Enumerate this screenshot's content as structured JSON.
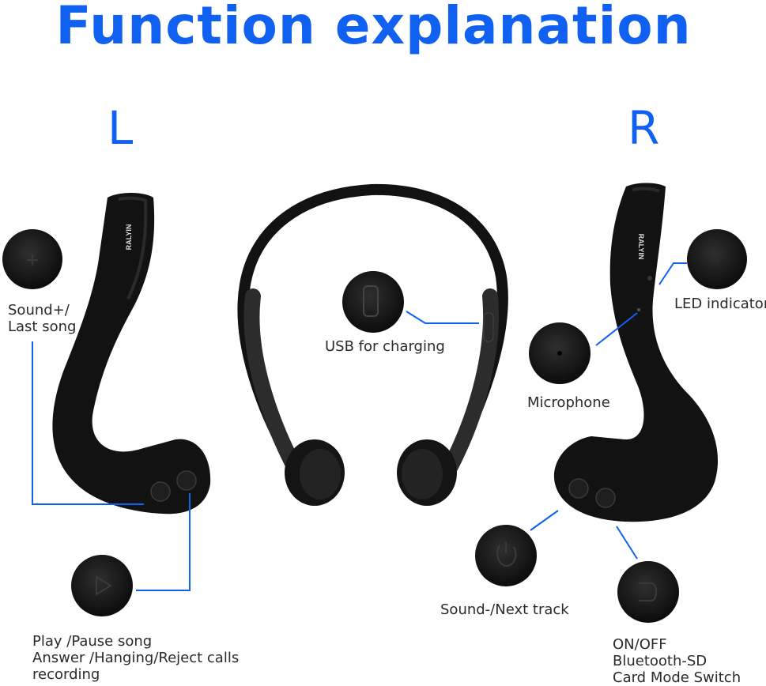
{
  "title": "Function explanation",
  "left_label": "L",
  "right_label": "R",
  "brand": "RALYIN",
  "accent_color": "#1060f2",
  "callouts": {
    "sound_plus": [
      "Sound+/",
      "Last song"
    ],
    "play_pause": [
      "Play /Pause song",
      "Answer /Hanging/Reject calls",
      "recording"
    ],
    "usb": "USB for charging",
    "led": "LED indicator",
    "microphone": "Microphone",
    "sound_minus": "Sound-/Next track",
    "on_off": [
      "ON/OFF",
      "Bluetooth-SD",
      "Card Mode Switch"
    ]
  },
  "icons": [
    "volume-up-icon",
    "power-icon",
    "usb-port-icon",
    "led-icon",
    "microphone-hole-icon",
    "volume-down-icon",
    "mode-switch-icon"
  ]
}
